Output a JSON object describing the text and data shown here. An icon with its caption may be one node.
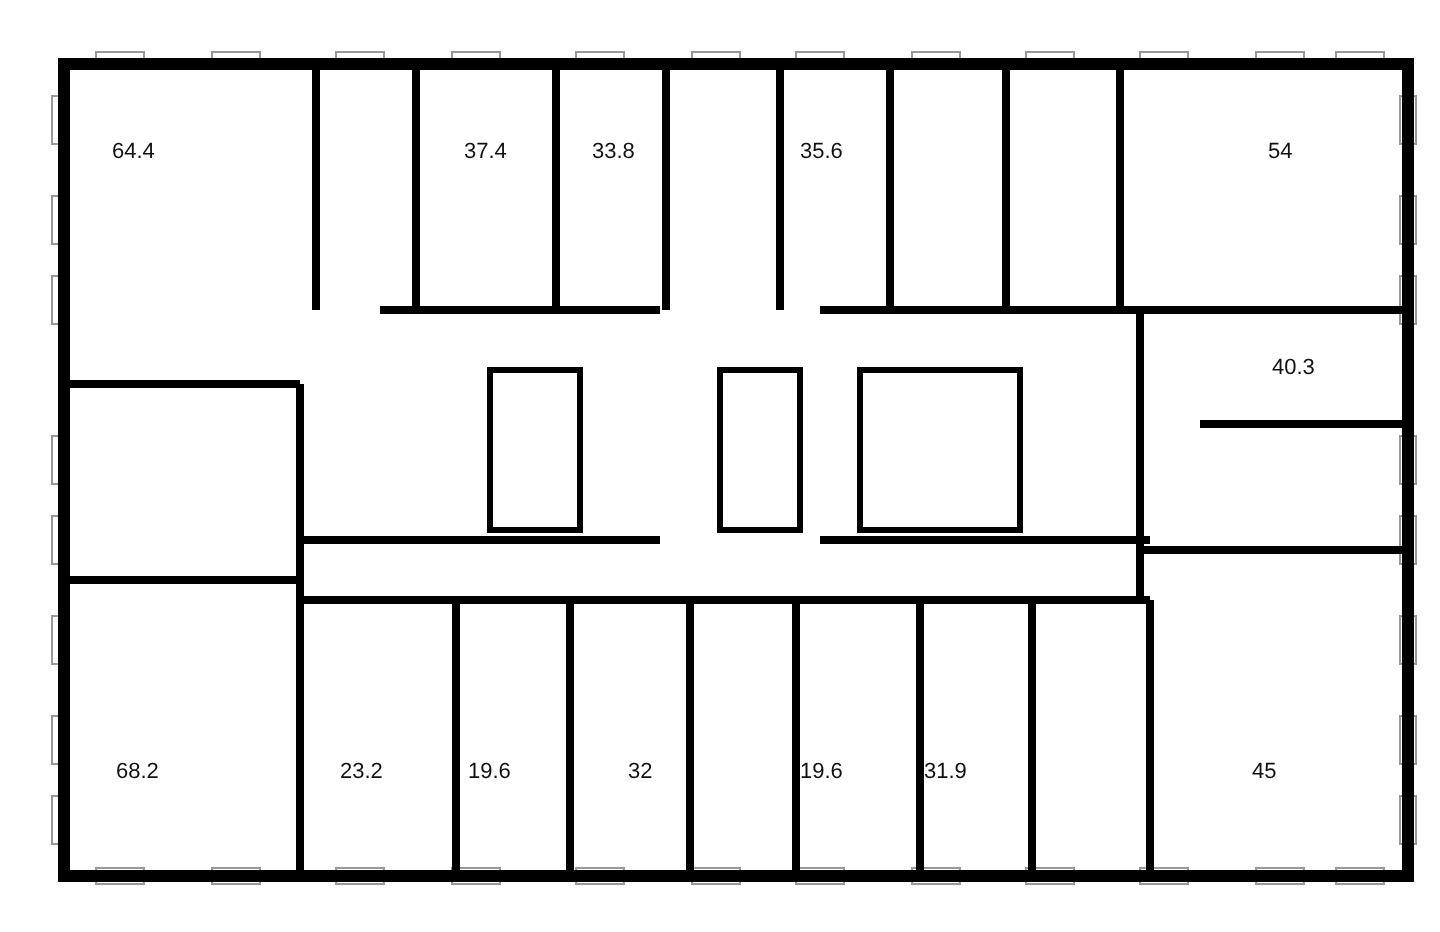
{
  "diagram": {
    "labels": [
      "64.4",
      "37.4",
      "33.8",
      "35.6",
      "54",
      "40.3",
      "68.2",
      "23.2",
      "19.6",
      "32",
      "19.6",
      "31.9",
      "45"
    ]
  }
}
